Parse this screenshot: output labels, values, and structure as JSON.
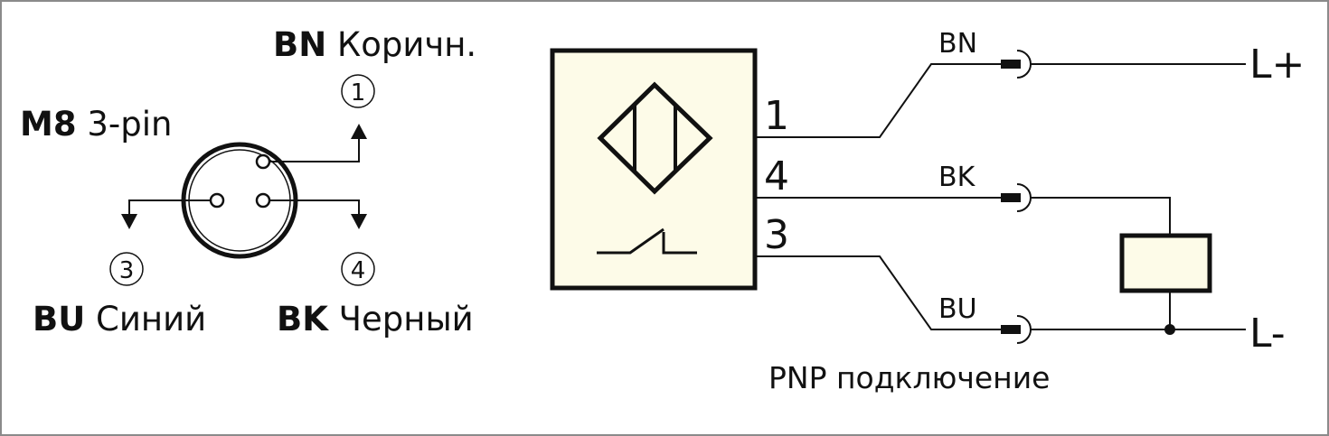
{
  "connector": {
    "type_bold": "M8",
    "type_rest": " 3-pin",
    "pins": [
      {
        "number": "1",
        "code": "BN",
        "label": " Коричн."
      },
      {
        "number": "3",
        "code": "BU",
        "label": " Синий"
      },
      {
        "number": "4",
        "code": "BK",
        "label": " Черный"
      }
    ]
  },
  "sensor": {
    "terminals": [
      "1",
      "4",
      "3"
    ]
  },
  "wiring": {
    "wires": [
      "BN",
      "BK",
      "BU"
    ],
    "supply_positive": "L+",
    "supply_negative": "L-",
    "caption": "PNP подключение"
  },
  "colors": {
    "line": "#111111",
    "sensor_fill": "#fdfbe8",
    "border": "#8a8a8a"
  }
}
